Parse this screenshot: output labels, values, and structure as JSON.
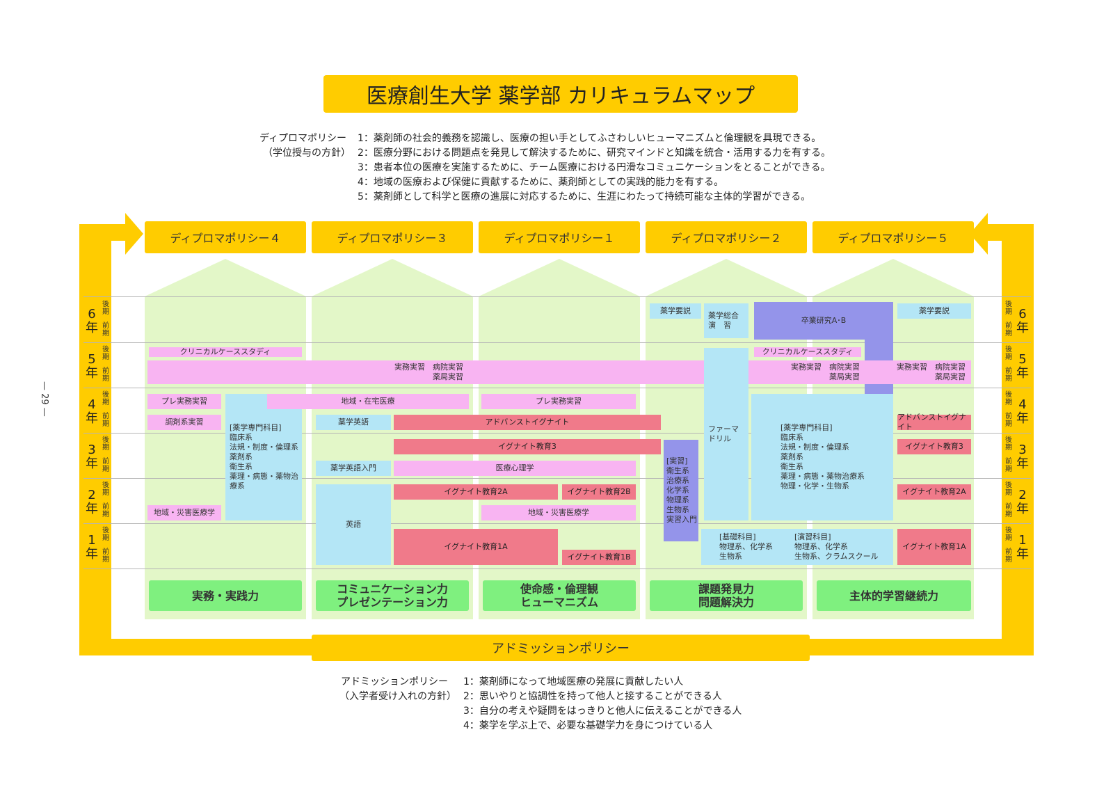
{
  "title": "医療創生大学 薬学部 カリキュラムマップ",
  "diploma": {
    "label1": "ディプロマポリシー",
    "label2": "（学位授与の方針）",
    "items": [
      "1：薬剤師の社会的義務を認識し、医療の担い手としてふさわしいヒューマニズムと倫理観を具現できる。",
      "2：医療分野における問題点を発見して解決するために、研究マインドと知識を統合・活用する力を有する。",
      "3：患者本位の医療を実施するために、チーム医療における円滑なコミュニケーションをとることができる。",
      "4：地域の医療および保健に貢献するために、薬剤師としての実践的能力を有する。",
      "5：薬剤師として科学と医療の進展に対応するために、生涯にわたって持続可能な主体的学習ができる。"
    ]
  },
  "page_number": "— 29 —",
  "columns": [
    {
      "header": "ディプロマポリシー４",
      "footer1": "実務・実践力",
      "footer2": ""
    },
    {
      "header": "ディプロマポリシー３",
      "footer1": "コミュニケーション力",
      "footer2": "プレゼンテーション力"
    },
    {
      "header": "ディプロマポリシー１",
      "footer1": "使命感・倫理観",
      "footer2": "ヒューマニズム"
    },
    {
      "header": "ディプロマポリシー２",
      "footer1": "課題発見力",
      "footer2": "問題解決力"
    },
    {
      "header": "ディプロマポリシー５",
      "footer1": "主体的学習継続力",
      "footer2": ""
    }
  ],
  "years": [
    "6年",
    "5年",
    "4年",
    "3年",
    "2年",
    "1年"
  ],
  "semesters": {
    "late": "後期",
    "early": "前期"
  },
  "courses": {
    "yakugaku_yosetsu": "薬学要説",
    "sogo_ensyu_1": "薬学総合",
    "sogo_ensyu_2": "演　習",
    "sotsugyo": "卒業研究A･B",
    "clinical": "クリニカルケーススタディ",
    "jitsumu_1": "実務実習　病院実習",
    "jitsumu_2": "薬局実習",
    "pre_jitsumu": "プレ実務実習",
    "chozai": "調剤系実習",
    "chiiki_zaitaku": "地域・在宅医療",
    "yakugaku_eigo": "薬学英語",
    "advance": "アドバンストイグナイト",
    "ignite3": "イグナイト教育3",
    "eigo_nyumon": "薬学英語入門",
    "iryo_shinri": "医療心理学",
    "ignite2a": "イグナイト教育2A",
    "ignite2b": "イグナイト教育2B",
    "chiiki_saigai": "地域・災害医療学",
    "eigo": "英語",
    "ignite1a": "イグナイト教育1A",
    "ignite1b": "イグナイト教育1B",
    "pharma_drill_1": "ファーマ",
    "pharma_drill_2": "ドリル",
    "senmon_list": [
      "[薬学専門科目]",
      "臨床系",
      "法規・制度・倫理系",
      "薬剤系",
      "衛生系",
      "薬理・病態・薬物治療系"
    ],
    "senmon_list_right": [
      "[薬学専門科目]",
      "臨床系",
      "法規・制度・倫理系",
      "薬剤系",
      "衛生系",
      "薬理・病態・薬物治療系",
      "物理・化学・生物系"
    ],
    "jisshu_list": [
      "[実習]",
      "衛生系",
      "治療系",
      "化学系",
      "物理系",
      "生物系",
      "実習入門"
    ],
    "kiso_list": [
      "[基礎科目]",
      "物理系、化学系",
      "生物系"
    ],
    "ensyu_list": [
      "[演習科目]",
      "物理系、化学系",
      "生物系、クラムスクール"
    ]
  },
  "admission": {
    "banner": "アドミッションポリシー",
    "label1": "アドミッションポリシー",
    "label2": "（入学者受け入れの方針）",
    "items": [
      "1：薬剤師になって地域医療の発展に貢献したい人",
      "2：思いやりと協調性を持って他人と接することができる人",
      "3：自分の考えや疑問をはっきりと他人に伝えることができる人",
      "4：薬学を学ぶ上で、必要な基礎学力を身につけている人"
    ]
  },
  "colors": {
    "yellow": "#ffcc00",
    "green_bg": "#e3f7c8",
    "pink": "#f8b4f2",
    "red": "#f07a8a",
    "blue": "#b4e6f6",
    "purple": "#9494ea",
    "green": "#7ff07f"
  }
}
